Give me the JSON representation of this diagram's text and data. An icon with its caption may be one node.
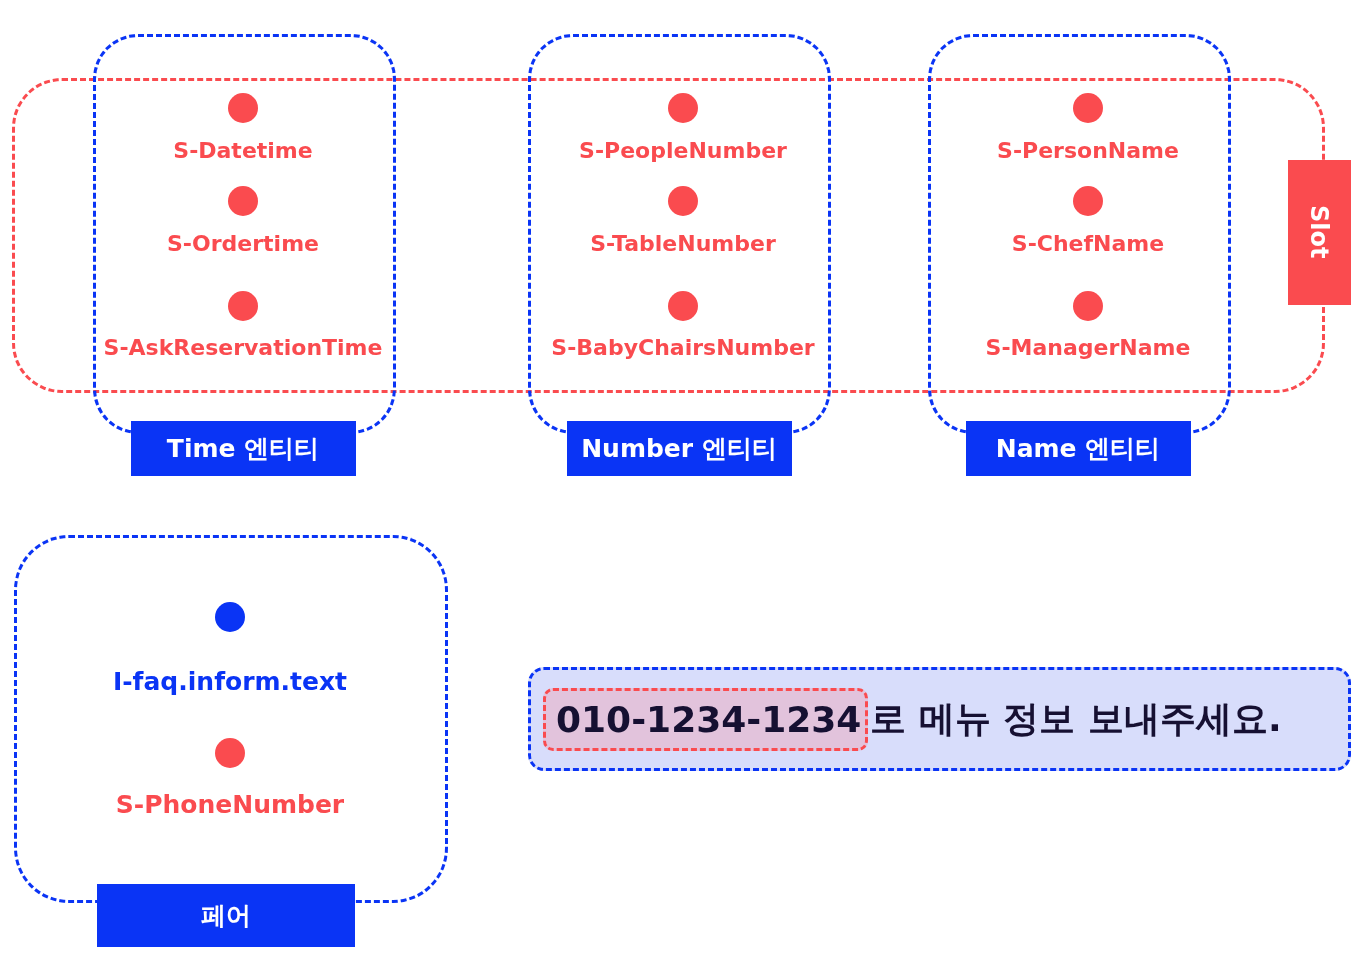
{
  "diagram": {
    "nodes": [
      {
        "text": [
          "Slot"
        ]
      },
      {
        "text": [
          "Time 엔티티"
        ]
      },
      {
        "text": [
          "Number 엔티티"
        ]
      },
      {
        "text": [
          "Name 엔티티"
        ]
      },
      {
        "text": [
          "페어"
        ]
      },
      {
        "text": [
          "로 메뉴 정보 보내주세요."
        ]
      },
      {
        "text": [
          "010-1234-1234"
        ],
        "in": 5
      }
    ],
    "labels": [
      "S-Datetime",
      "S-PeopleNumber",
      "S-PersonName",
      "S-Ordertime",
      "S-TableNumber",
      "S-ChefName",
      "S-AskReservationTime",
      "S-BabyChairsNumber",
      "S-ManagerName",
      "I-faq.inform.text",
      "S-PhoneNumber"
    ]
  }
}
